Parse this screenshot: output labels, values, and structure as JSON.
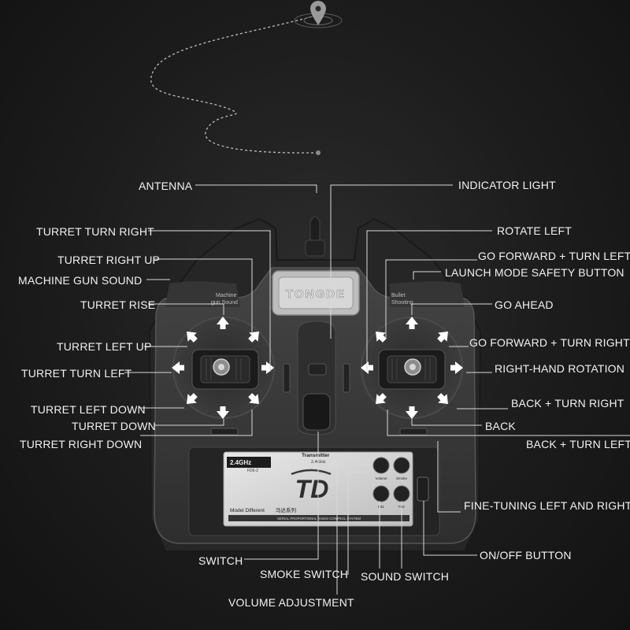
{
  "colors": {
    "background": "#1c1c1c",
    "label_text": "#f2f2f2",
    "leader_line": "#d9d9d9",
    "controller_body": "#3a3a3a",
    "arrow": "#ffffff",
    "panel": "#d6d6d6"
  },
  "decor": {
    "path_icon": "location-pin-icon",
    "path_style": "dashed"
  },
  "labels": {
    "antenna": "ANTENNA",
    "indicator_light": "INDICATOR LIGHT",
    "turret_turn_right": "TURRET TURN RIGHT",
    "rotate_left": "ROTATE LEFT",
    "turret_right_up": "TURRET RIGHT UP",
    "go_forward_turn_left": "GO FORWARD + TURN LEFT",
    "machine_gun_sound": "MACHINE GUN SOUND",
    "launch_mode_safety_button": "LAUNCH MODE SAFETY BUTTON",
    "turret_rise": "TURRET RISE",
    "go_ahead": "GO AHEAD",
    "turret_left_up": "TURRET LEFT UP",
    "go_forward_turn_right": "GO FORWARD + TURN RIGHT",
    "turret_turn_left": "TURRET TURN LEFT",
    "right_hand_rotation": "RIGHT-HAND ROTATION",
    "back_turn_right": "BACK + TURN RIGHT",
    "turret_left_down": "TURRET LEFT DOWN",
    "turret_down": "TURRET DOWN",
    "back": "BACK",
    "turret_right_down": "TURRET RIGHT DOWN",
    "back_turn_left": "BACK + TURN LEFT",
    "fine_tuning": "FINE-TUNING LEFT AND RIGHT",
    "on_off_button": "ON/OFF BUTTON",
    "switch": "SWITCH",
    "smoke_switch": "SMOKE SWITCH",
    "sound_switch": "SOUND SWITCH",
    "volume_adjustment": "VOLUME ADJUSTMENT"
  },
  "device": {
    "brand": "TONGDE",
    "left_top_text": [
      "Machine",
      "gun Sound"
    ],
    "right_top_text": [
      "Bullet",
      "Shooting"
    ],
    "panel_freq": "2.4GHz",
    "panel_model_small": "FD6-2",
    "panel_transmitter": "Transmitter",
    "panel_transmitter_freq": "2.4GHz",
    "panel_logo": "TD",
    "panel_model": "Model Different",
    "panel_model_cn": "马达系列",
    "panel_footer": "SERIAL PROPORTIONAL RADIO CONTROL SYSTEM",
    "knob_volume": "Volume",
    "knob_smoke": "Smoke",
    "knob_fd1": "Fd1",
    "knob_fd2": "Fd2"
  }
}
